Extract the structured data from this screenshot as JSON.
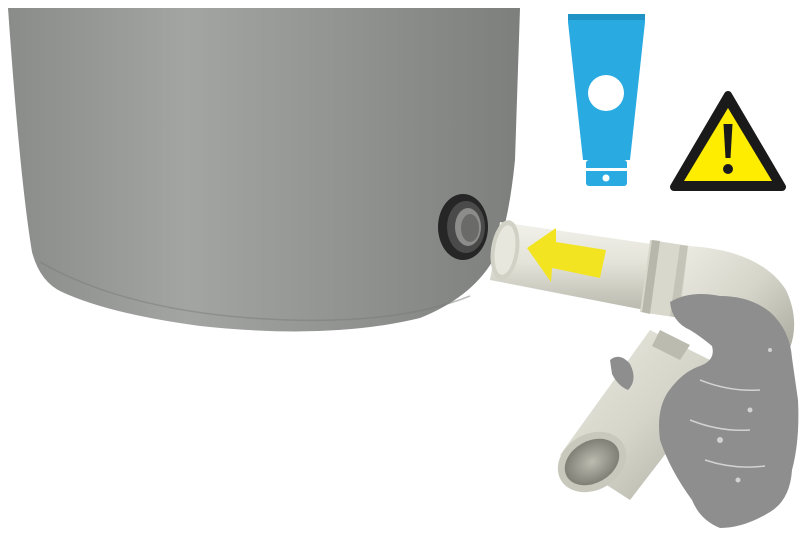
{
  "illustration": {
    "objects": [
      {
        "name": "tank",
        "color": "#8d8f8d"
      },
      {
        "name": "tank-outlet-grommet",
        "color": "#2a2a2a"
      },
      {
        "name": "pipe",
        "color": "#e3e2d8"
      },
      {
        "name": "pipe-elbow",
        "color": "#dcdbcf"
      },
      {
        "name": "direction-arrow",
        "color": "#f3e421"
      },
      {
        "name": "hand",
        "color": "#8e8e8e"
      }
    ],
    "icons": [
      {
        "name": "lubricant-tube-icon",
        "color": "#29aae1"
      },
      {
        "name": "warning-icon",
        "color": "#ffed00"
      }
    ]
  }
}
